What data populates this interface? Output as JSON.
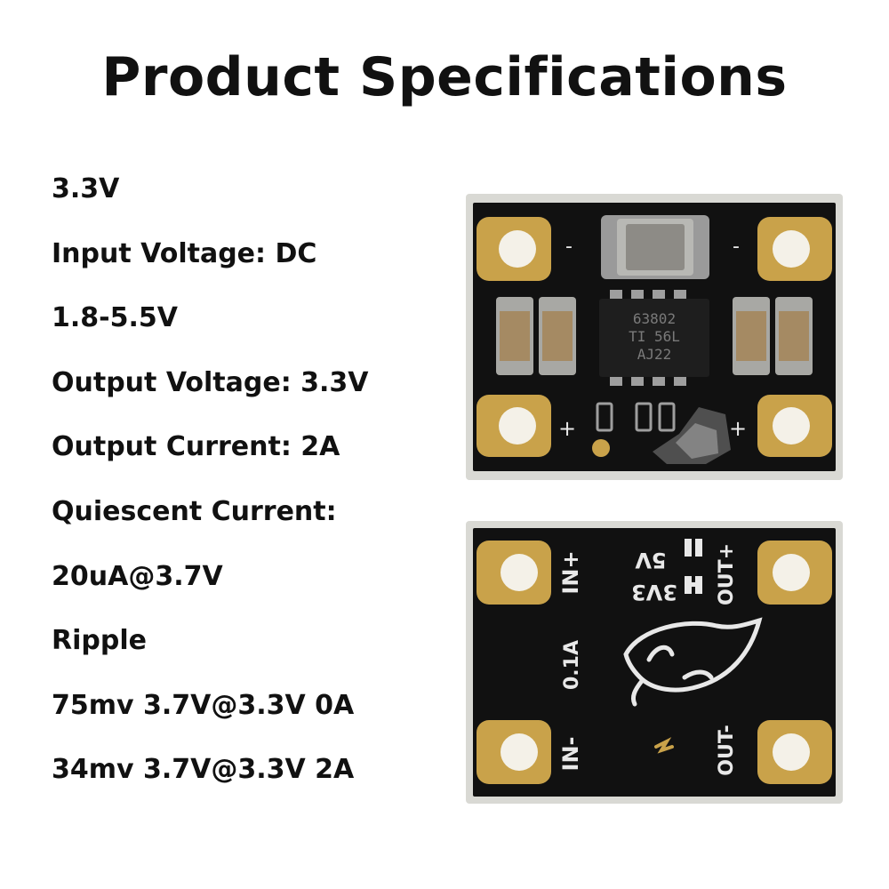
{
  "title": "Product Specifications",
  "specs": [
    "3.3V",
    "Input Voltage: DC",
    "1.8-5.5V",
    "Output Voltage: 3.3V",
    "Output Current: 2A",
    "Quiescent Current:",
    "20uA@3.7V",
    "Ripple",
    "75mv 3.7V@3.3V 0A",
    "34mv 3.7V@3.3V 2A"
  ],
  "board_top": {
    "chip_marking": [
      "63802",
      "TI 56L",
      "AJ22"
    ],
    "pad_marks": [
      "-",
      "-",
      "+",
      "+"
    ]
  },
  "board_bottom": {
    "silkscreen": [
      "IN+",
      "IN-",
      "5V",
      "3V3",
      "OUT+",
      "OUT-",
      "0.1A"
    ]
  },
  "colors": {
    "pcb": "#111111",
    "gold": "#c9a24a",
    "silk": "#e8e8e8"
  }
}
